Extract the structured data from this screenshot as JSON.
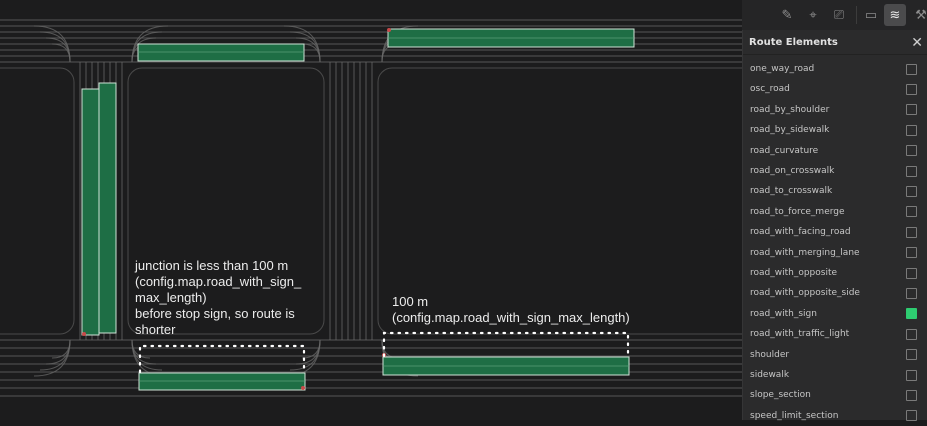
{
  "toolbar": {
    "buttons": [
      {
        "name": "ruler-icon",
        "glyph": "✎",
        "active": false
      },
      {
        "name": "focus-icon",
        "glyph": "⌖",
        "active": false
      },
      {
        "name": "vehicle-camera-icon",
        "glyph": "⎚",
        "active": false
      },
      {
        "name": "video-camera-icon",
        "glyph": "▭",
        "active": false
      },
      {
        "name": "layers-icon",
        "glyph": "≋",
        "active": true
      },
      {
        "name": "wrench-icon",
        "glyph": "⚒",
        "active": false
      }
    ]
  },
  "panel": {
    "title": "Route Elements",
    "close_glyph": "✕",
    "items": [
      {
        "label": "one_way_road",
        "checked": false
      },
      {
        "label": "osc_road",
        "checked": false
      },
      {
        "label": "road_by_shoulder",
        "checked": false
      },
      {
        "label": "road_by_sidewalk",
        "checked": false
      },
      {
        "label": "road_curvature",
        "checked": false
      },
      {
        "label": "road_on_crosswalk",
        "checked": false
      },
      {
        "label": "road_to_crosswalk",
        "checked": false
      },
      {
        "label": "road_to_force_merge",
        "checked": false
      },
      {
        "label": "road_with_facing_road",
        "checked": false
      },
      {
        "label": "road_with_merging_lane",
        "checked": false
      },
      {
        "label": "road_with_opposite",
        "checked": false
      },
      {
        "label": "road_with_opposite_side",
        "checked": false
      },
      {
        "label": "road_with_sign",
        "checked": true
      },
      {
        "label": "road_with_traffic_light",
        "checked": false
      },
      {
        "label": "shoulder",
        "checked": false
      },
      {
        "label": "sidewalk",
        "checked": false
      },
      {
        "label": "slope_section",
        "checked": false
      },
      {
        "label": "speed_limit_section",
        "checked": false
      }
    ]
  },
  "annotations": {
    "left": [
      "junction is less than 100 m",
      "(config.map.road_with_sign_",
      "max_length)",
      "before stop sign, so route is",
      "shorter"
    ],
    "right": [
      "100 m",
      "(config.map.road_with_sign_max_length)"
    ]
  },
  "colors": {
    "route_fill": "#1e6e45",
    "route_border": "#cfe3d6",
    "lane_line": "#6a6a6a",
    "checked": "#2ecc71",
    "annotation": "#ececec"
  }
}
